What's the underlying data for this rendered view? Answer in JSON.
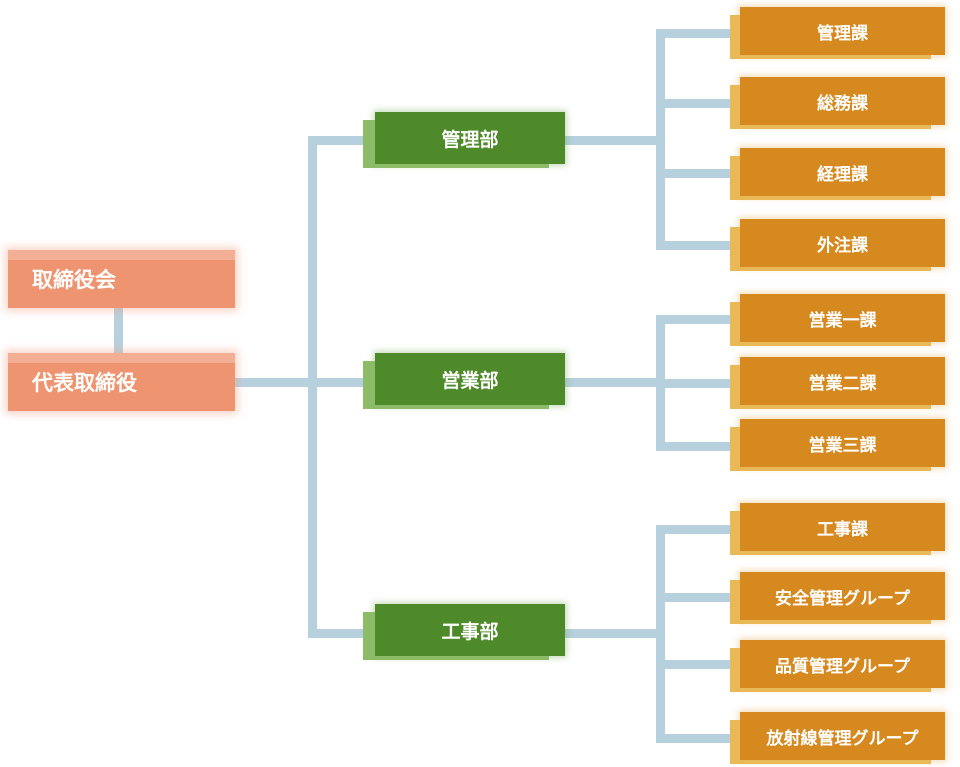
{
  "executives": [
    {
      "label": "取締役会"
    },
    {
      "label": "代表取締役"
    }
  ],
  "departments": [
    {
      "label": "管理部",
      "sections": [
        "管理課",
        "総務課",
        "経理課",
        "外注課"
      ]
    },
    {
      "label": "営業部",
      "sections": [
        "営業一課",
        "営業二課",
        "営業三課"
      ]
    },
    {
      "label": "工事部",
      "sections": [
        "工事課",
        "安全管理グループ",
        "品質管理グループ",
        "放射線管理グループ"
      ]
    }
  ],
  "colors": {
    "executive": "#ef9470",
    "department": "#4f8a2a",
    "section": "#d5891f",
    "connector": "#b7d0de"
  }
}
